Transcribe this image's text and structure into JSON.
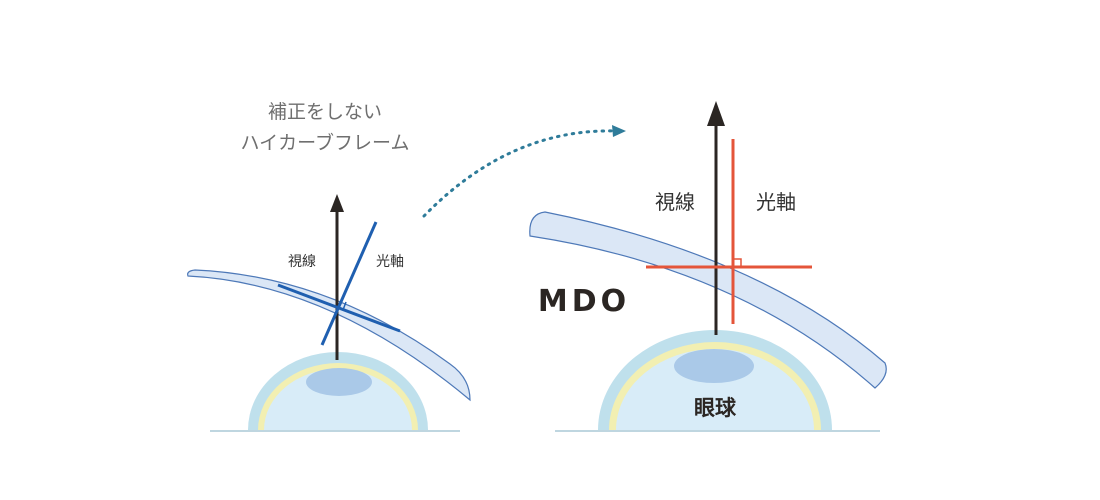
{
  "left_diagram": {
    "caption_line1": "補正をしない",
    "caption_line2": "ハイカーブフレーム",
    "line_of_sight_label": "視線",
    "optical_axis_label": "光軸",
    "axis_color": "#1f5fb0"
  },
  "right_diagram": {
    "title": "MDO",
    "line_of_sight_label": "視線",
    "optical_axis_label": "光軸",
    "eyeball_label": "眼球",
    "axis_color": "#e4553a"
  },
  "colors": {
    "lens_fill": "#dbe7f6",
    "lens_stroke": "#4e79b8",
    "eye_outer": "#bfe0ec",
    "eye_ring": "#f2efb2",
    "eye_inner": "#d8ecf8",
    "lens_body": "#aac9e8",
    "arrow_dark": "#2b2623",
    "transition_arrow": "#2f7c9a",
    "caption_gray": "#6f6f6f",
    "baseline": "#bfd6e0"
  }
}
